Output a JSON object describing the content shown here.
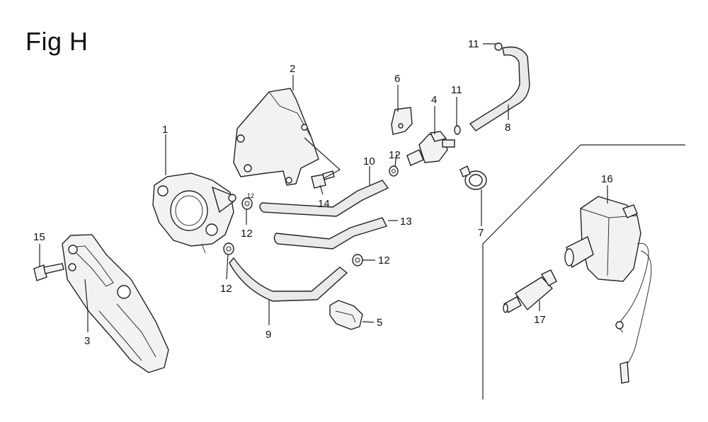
{
  "figure": {
    "title": "Fig H",
    "callouts": [
      {
        "id": "c1",
        "text": "1"
      },
      {
        "id": "c2",
        "text": "2"
      },
      {
        "id": "c3",
        "text": "3"
      },
      {
        "id": "c4",
        "text": "4"
      },
      {
        "id": "c5",
        "text": "5"
      },
      {
        "id": "c6",
        "text": "6"
      },
      {
        "id": "c7",
        "text": "7"
      },
      {
        "id": "c8",
        "text": "8"
      },
      {
        "id": "c9",
        "text": "9"
      },
      {
        "id": "c10",
        "text": "10"
      },
      {
        "id": "c11a",
        "text": "11"
      },
      {
        "id": "c11b",
        "text": "11"
      },
      {
        "id": "c12a",
        "text": "12"
      },
      {
        "id": "c12b",
        "text": "12"
      },
      {
        "id": "c12c",
        "text": "12"
      },
      {
        "id": "c12d",
        "text": "12"
      },
      {
        "id": "c12e",
        "text": "12"
      },
      {
        "id": "c13",
        "text": "13"
      },
      {
        "id": "c14",
        "text": "14"
      },
      {
        "id": "c15",
        "text": "15"
      },
      {
        "id": "c16",
        "text": "16"
      },
      {
        "id": "c17",
        "text": "17"
      }
    ]
  }
}
